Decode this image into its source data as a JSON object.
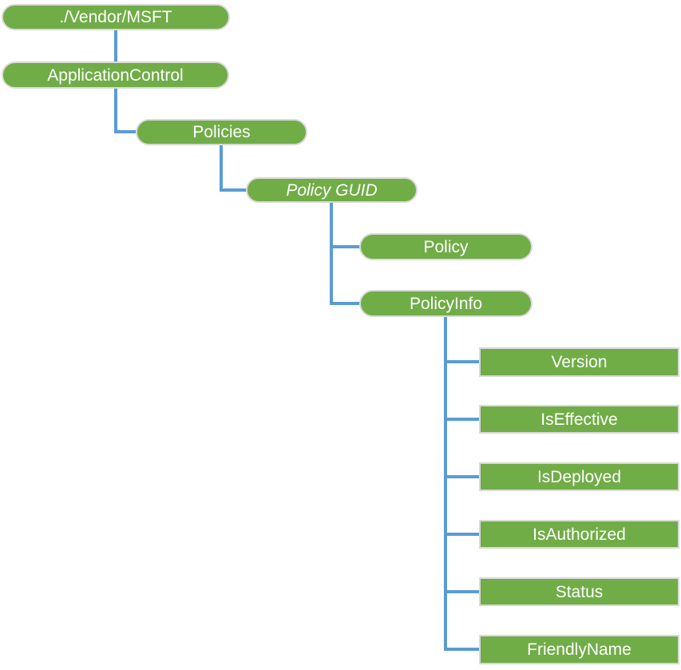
{
  "diagram": {
    "type": "tree",
    "colors": {
      "node_fill": "#70AD47",
      "node_border": "#D9D9D9",
      "connector": "#5B9BD5",
      "text": "#FFFFFF",
      "background": "#FFFFFF"
    },
    "nodes": [
      {
        "id": "vendor-msft",
        "label": "./Vendor/MSFT",
        "shape": "pill",
        "italic": false,
        "parent": null
      },
      {
        "id": "application-control",
        "label": "ApplicationControl",
        "shape": "pill",
        "italic": false,
        "parent": "vendor-msft"
      },
      {
        "id": "policies",
        "label": "Policies",
        "shape": "pill",
        "italic": false,
        "parent": "application-control"
      },
      {
        "id": "policy-guid",
        "label": "Policy GUID",
        "shape": "pill",
        "italic": true,
        "parent": "policies"
      },
      {
        "id": "policy",
        "label": "Policy",
        "shape": "pill",
        "italic": false,
        "parent": "policy-guid"
      },
      {
        "id": "policy-info",
        "label": "PolicyInfo",
        "shape": "pill",
        "italic": false,
        "parent": "policy-guid"
      },
      {
        "id": "version",
        "label": "Version",
        "shape": "rect",
        "italic": false,
        "parent": "policy-info"
      },
      {
        "id": "is-effective",
        "label": "IsEffective",
        "shape": "rect",
        "italic": false,
        "parent": "policy-info"
      },
      {
        "id": "is-deployed",
        "label": "IsDeployed",
        "shape": "rect",
        "italic": false,
        "parent": "policy-info"
      },
      {
        "id": "is-authorized",
        "label": "IsAuthorized",
        "shape": "rect",
        "italic": false,
        "parent": "policy-info"
      },
      {
        "id": "status",
        "label": "Status",
        "shape": "rect",
        "italic": false,
        "parent": "policy-info"
      },
      {
        "id": "friendly-name",
        "label": "FriendlyName",
        "shape": "rect",
        "italic": false,
        "parent": "policy-info"
      }
    ]
  }
}
